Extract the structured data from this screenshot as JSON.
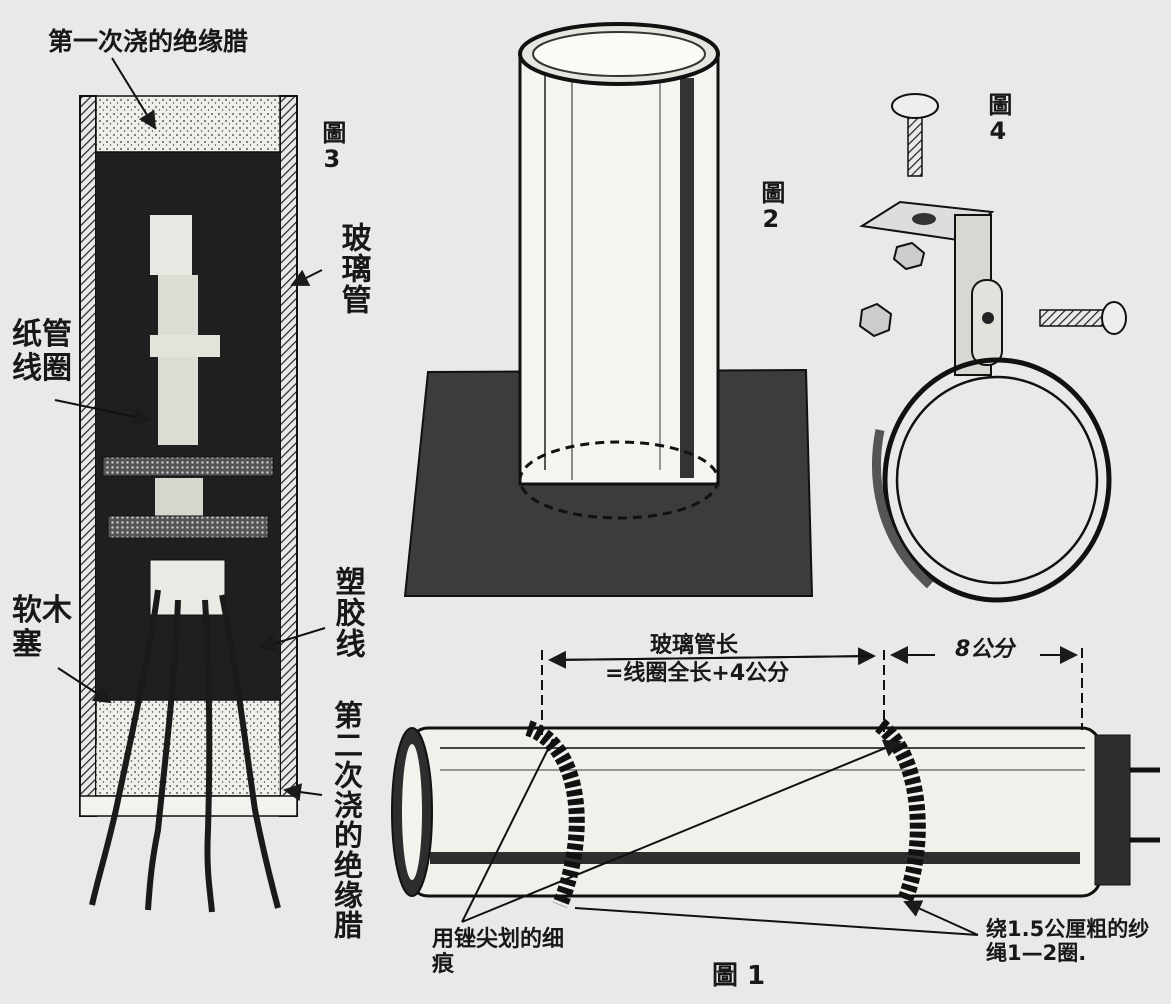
{
  "fig3": {
    "caption": "圖3",
    "first_wax": "第一次浇的绝缘腊",
    "glass_tube": "玻璃管",
    "paper_coil": "纸管线圈",
    "plastic_wire": "塑胶线",
    "cork": "软木塞",
    "second_wax": "第二次浇的绝缘腊"
  },
  "fig2": {
    "caption": "圖2"
  },
  "fig4": {
    "caption": "圖4"
  },
  "fig1": {
    "caption": "圖 1",
    "glass_length": "玻璃管长",
    "coil_length": "=线圈全长+4公分",
    "end_length": "8公分",
    "scratch": "用锉尖划的细痕",
    "cord": "绕1.5公厘粗的纱绳1—2圈."
  }
}
